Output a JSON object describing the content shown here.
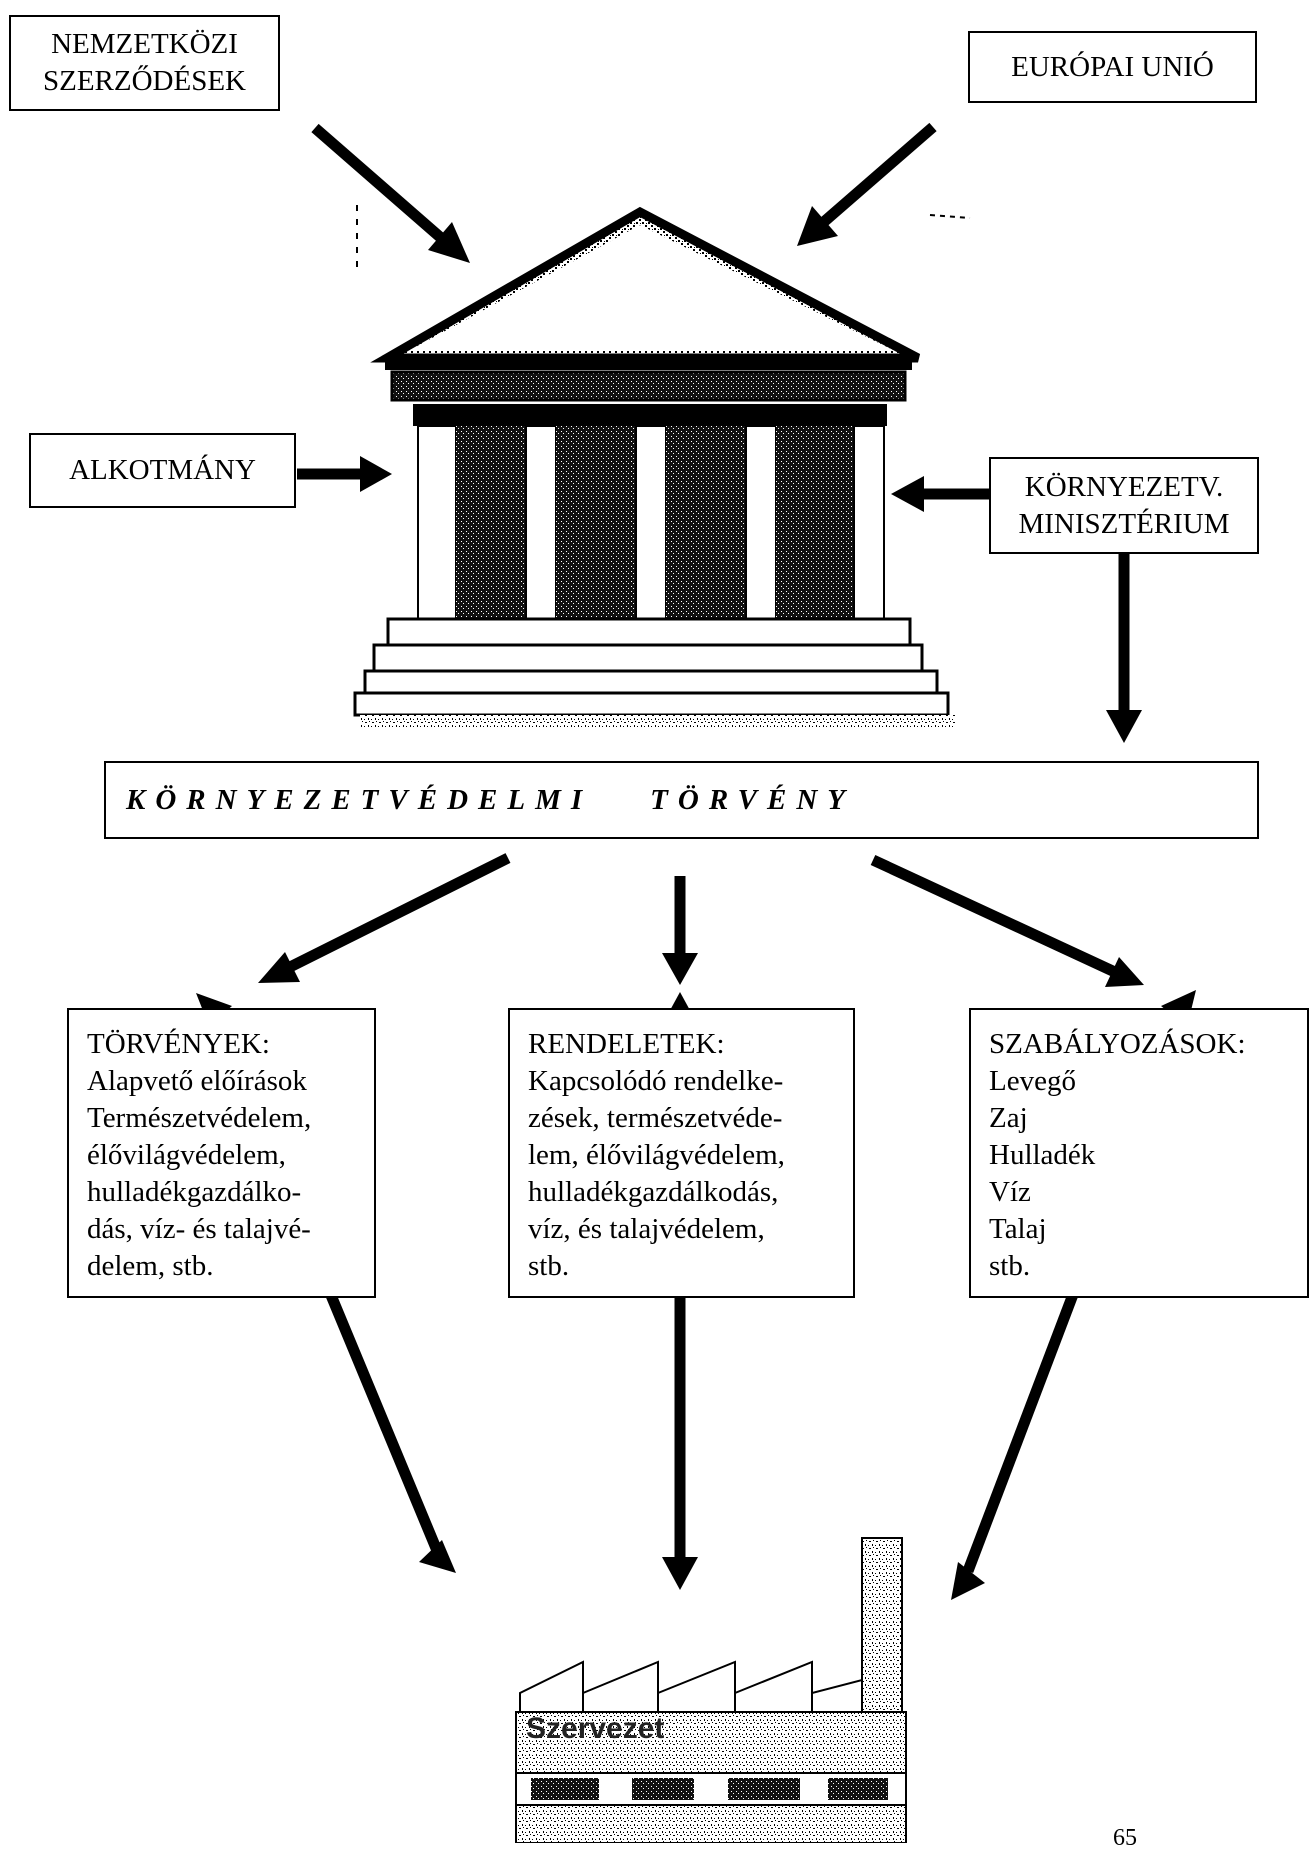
{
  "sources": {
    "treaties": {
      "line1": "NEMZETKÖZI",
      "line2": "SZERZŐDÉSEK"
    },
    "eu": "EURÓPAI UNIÓ",
    "constitution": "ALKOTMÁNY",
    "ministry": {
      "line1": "KÖRNYEZETV.",
      "line2": "MINISZTÉRIUM"
    }
  },
  "central_law": {
    "word1": "KÖRNYEZETVÉDELMI",
    "word2": "TÖRVÉNY"
  },
  "columns": [
    {
      "title": "TÖRVÉNYEK:",
      "lines": [
        "Alapvető előírások",
        "Természetvédelem,",
        "élővilágvédelem,",
        "hulladékgazdálko-",
        "dás, víz- és talajvé-",
        "delem, stb."
      ]
    },
    {
      "title": "RENDELETEK:",
      "lines": [
        "Kapcsolódó rendelke-",
        "zések, természetvéde-",
        "lem, élővilágvédelem,",
        "hulladékgazdálkodás,",
        "víz, és talajvédelem,",
        "stb."
      ]
    },
    {
      "title": "SZABÁLYOZÁSOK:",
      "lines": [
        "Levegő",
        "Zaj",
        "Hulladék",
        "Víz",
        "Talaj",
        "stb."
      ]
    }
  ],
  "factory_label": "Szervezet",
  "page_number": "65",
  "icons": {
    "building": "parliament-building-icon",
    "factory": "factory-icon"
  }
}
